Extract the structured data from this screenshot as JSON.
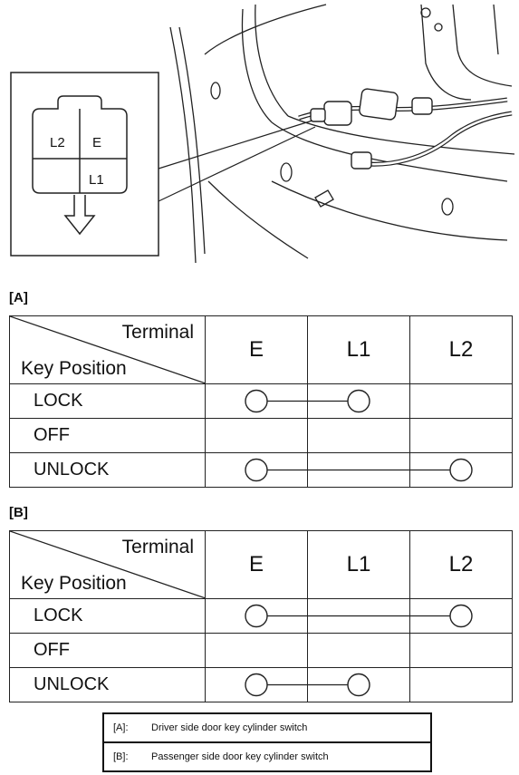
{
  "connector": {
    "pins": [
      "L2",
      "E",
      "L1"
    ]
  },
  "terminals": [
    "E",
    "L1",
    "L2"
  ],
  "header": {
    "terminal": "Terminal",
    "key_position": "Key Position"
  },
  "tables": [
    {
      "label": "[A]",
      "rows": [
        {
          "position": "LOCK",
          "connected": [
            "E",
            "L1"
          ]
        },
        {
          "position": "OFF",
          "connected": []
        },
        {
          "position": "UNLOCK",
          "connected": [
            "E",
            "L2"
          ]
        }
      ]
    },
    {
      "label": "[B]",
      "rows": [
        {
          "position": "LOCK",
          "connected": [
            "E",
            "L2"
          ]
        },
        {
          "position": "OFF",
          "connected": []
        },
        {
          "position": "UNLOCK",
          "connected": [
            "E",
            "L1"
          ]
        }
      ]
    }
  ],
  "legend": [
    {
      "tag": "[A]:",
      "text": "Driver side door key cylinder switch"
    },
    {
      "tag": "[B]:",
      "text": "Passenger side door key cylinder switch"
    }
  ]
}
